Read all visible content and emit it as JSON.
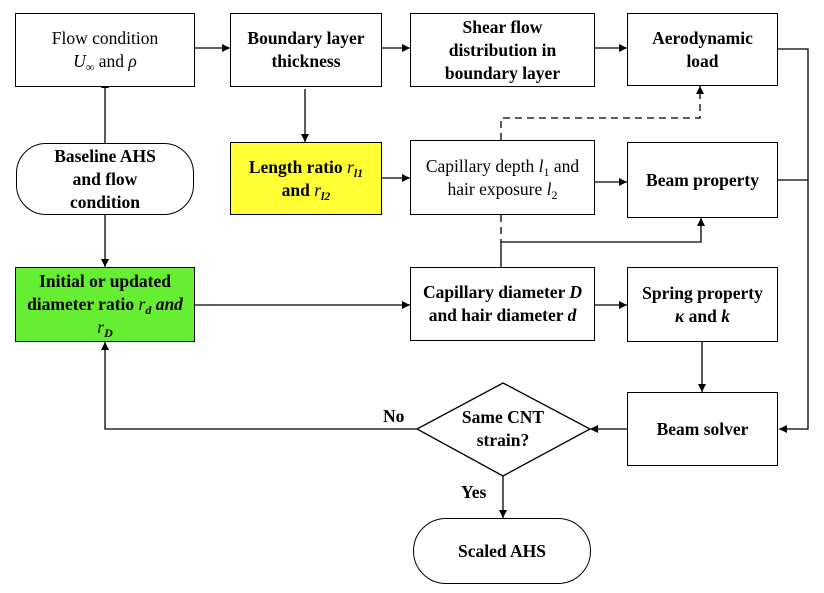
{
  "nodes": {
    "flow_condition": {
      "line1": "Flow condition",
      "u_symbol": "U",
      "u_sub": "∞",
      "line2_mid": " and ",
      "rho_symbol": "ρ"
    },
    "boundary_layer": {
      "line1": "Boundary layer",
      "line2": "thickness"
    },
    "shear_flow": {
      "line1": "Shear flow",
      "line2": "distribution in",
      "line3": "boundary layer"
    },
    "aero_load": {
      "line1": "Aerodynamic",
      "line2": "load"
    },
    "baseline": {
      "line1": "Baseline AHS",
      "line2": "and flow",
      "line3": "condition"
    },
    "length_ratio": {
      "line1_text": "Length ratio ",
      "r1": "r",
      "r1_sub": "l1",
      "line2_text": "and ",
      "r2": "r",
      "r2_sub": "l2"
    },
    "capillary_depth": {
      "line1_text": "Capillary depth ",
      "l1": "l",
      "l1_sub": "1",
      "line1_tail": " and",
      "line2_text": "hair exposure ",
      "l2": "l",
      "l2_sub": "2"
    },
    "beam_property": {
      "label": "Beam property"
    },
    "initial_ratio": {
      "line1": "Initial or updated",
      "line2_text": "diameter ratio ",
      "rd": "r",
      "rd_sub": "d",
      "and_text": " and",
      "rD": "r",
      "rD_sub": "D"
    },
    "capillary_diameter": {
      "line1_text": "Capillary diameter ",
      "D": "D",
      "line2_text": "and hair diameter ",
      "d": "d"
    },
    "spring_property": {
      "line1": "Spring property",
      "kappa": "κ",
      "mid": " and ",
      "k": "k"
    },
    "decision": {
      "line1": "Same CNT",
      "line2": "strain?"
    },
    "beam_solver": {
      "label": "Beam solver"
    },
    "scaled": {
      "label": "Scaled AHS"
    }
  },
  "labels": {
    "no": "No",
    "yes": "Yes"
  },
  "colors": {
    "yellow": "#ffff33",
    "green": "#66ee33",
    "stroke": "#000000"
  }
}
